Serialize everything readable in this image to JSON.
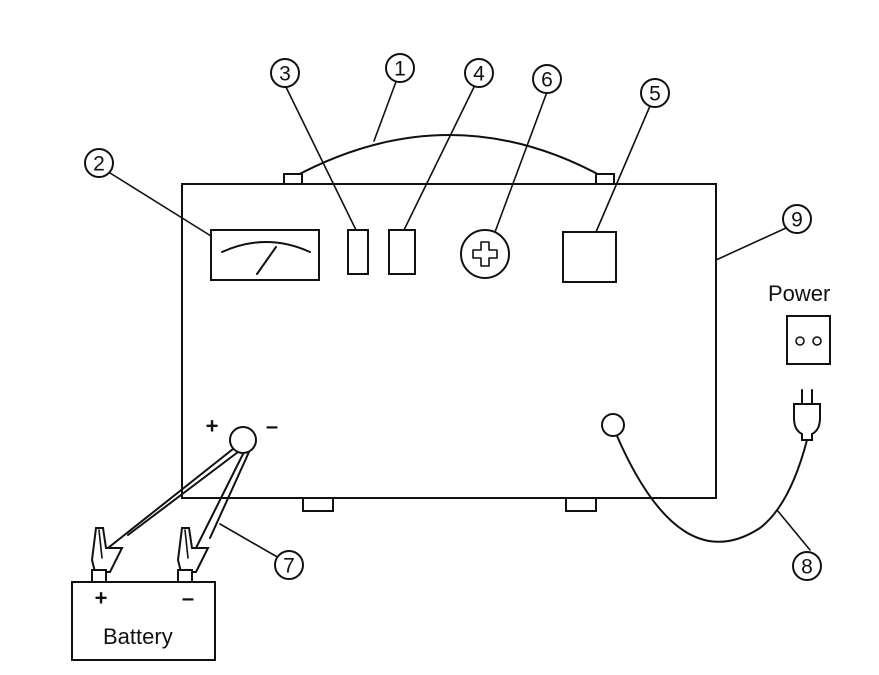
{
  "callouts": {
    "c1": "1",
    "c2": "2",
    "c3": "3",
    "c4": "4",
    "c5": "5",
    "c6": "6",
    "c7": "7",
    "c8": "8",
    "c9": "9"
  },
  "labels": {
    "power": "Power",
    "battery": "Battery",
    "charger_plus": "+",
    "charger_minus": "–",
    "battery_plus": "+",
    "battery_minus": "–"
  },
  "colors": {
    "line": "#111111",
    "background": "#ffffff"
  }
}
